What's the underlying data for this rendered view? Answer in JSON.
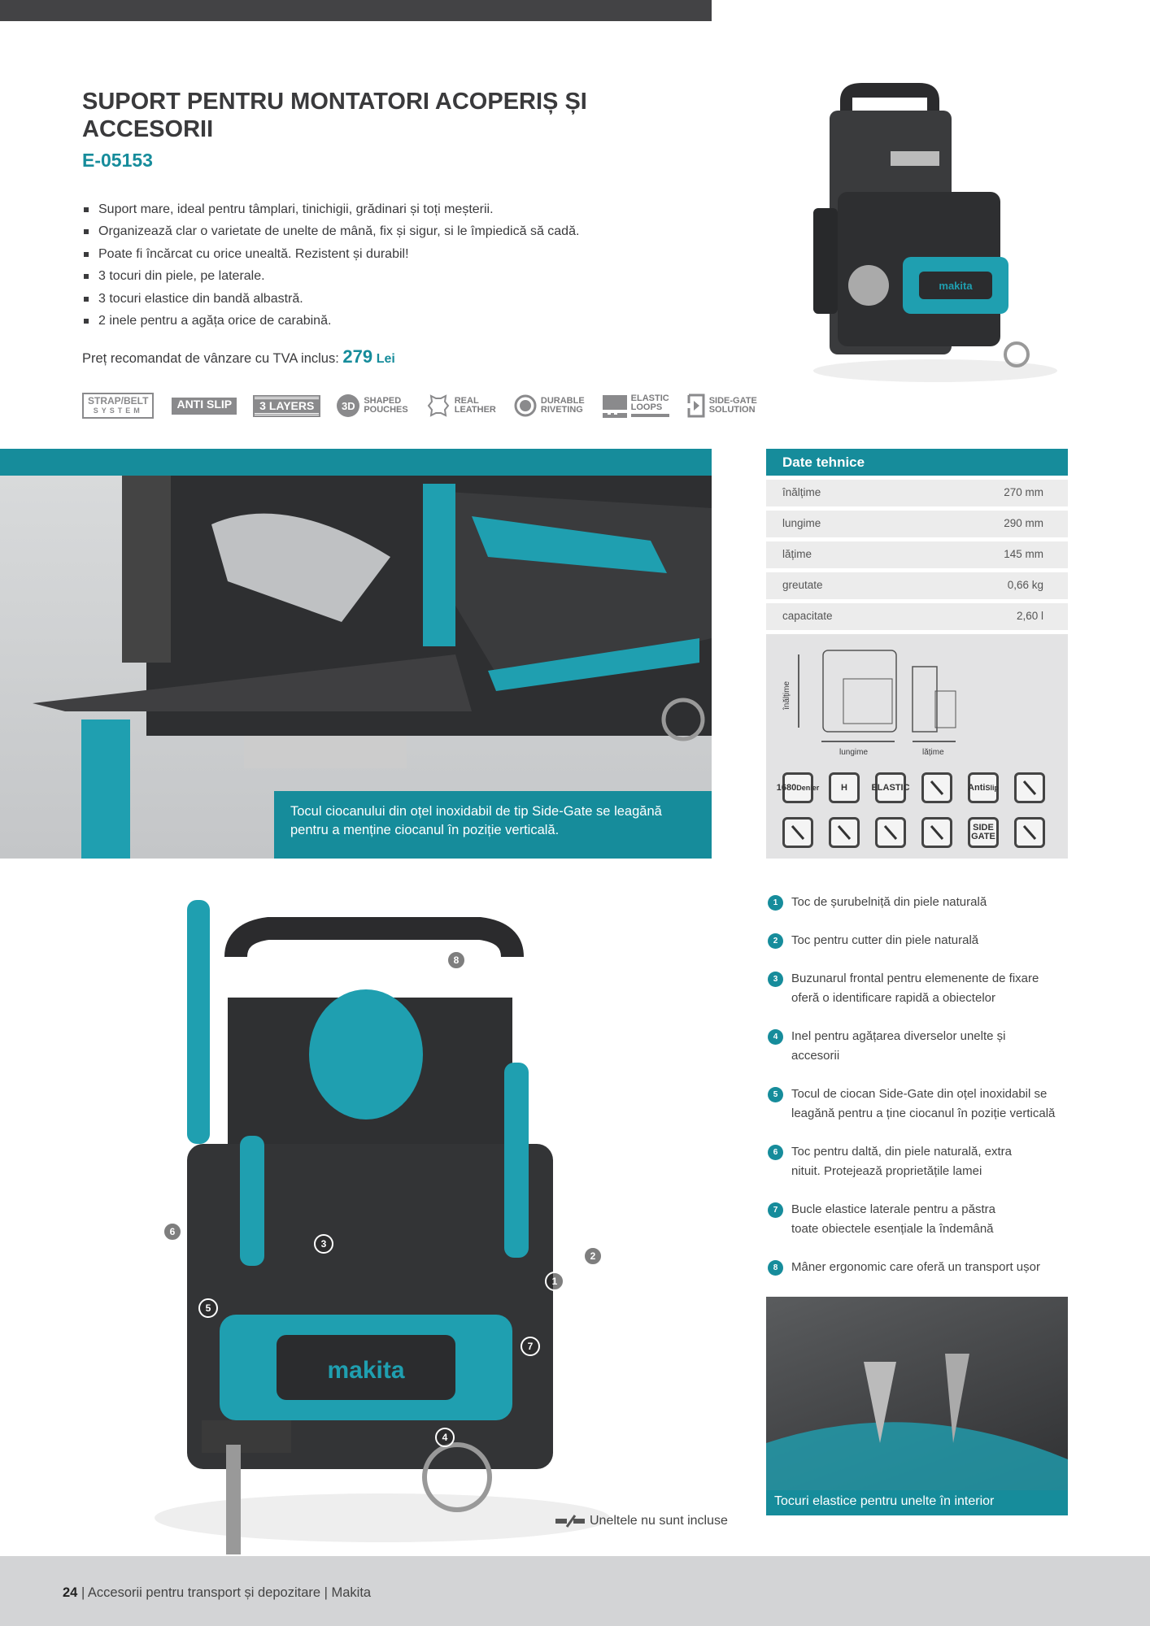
{
  "product": {
    "title": "SUPORT PENTRU MONTATORI ACOPERIȘ ȘI ACCESORII",
    "code": "E-05153",
    "bullets": [
      "Suport mare, ideal pentru tâmplari, tinichigii, grădinari și toți meșterii.",
      "Organizează clar o varietate de unelte de mână, fix și sigur, si le împiedică să cadă.",
      "Poate fi încărcat cu orice unealtă. Rezistent și durabil!",
      "3 tocuri din piele, pe laterale.",
      "3 tocuri elastice din bandă albastră.",
      "2 inele pentru a agăța orice de carabină."
    ],
    "price_label": "Preț recomandat de vânzare cu TVA inclus:",
    "price_value": "279",
    "price_currency": "Lei"
  },
  "features": [
    {
      "l1": "STRAP/BELT",
      "l2": "SYSTEM"
    },
    {
      "l1": "ANTI SLIP"
    },
    {
      "badge": "3",
      "l1": "LAYERS"
    },
    {
      "badge": "3D",
      "l1": "SHAPED",
      "l2": "POUCHES"
    },
    {
      "l1": "REAL",
      "l2": "LEATHER"
    },
    {
      "l1": "DURABLE",
      "l2": "RIVETING"
    },
    {
      "l1": "ELASTIC",
      "l2": "LOOPS"
    },
    {
      "l1": "SIDE-GATE",
      "l2": "SOLUTION"
    }
  ],
  "caption1": "Tocul ciocanului din oțel inoxidabil de tip Side-Gate se leagănă pentru a menține ciocanul în poziție verticală.",
  "specs": {
    "title": "Date tehnice",
    "rows": [
      {
        "label": "înălțime",
        "value": "270 mm"
      },
      {
        "label": "lungime",
        "value": "290 mm"
      },
      {
        "label": "lățime",
        "value": "145 mm"
      },
      {
        "label": "greutate",
        "value": "0,66 kg"
      },
      {
        "label": "capacitate",
        "value": "2,60 l"
      }
    ],
    "diagram_labels": {
      "height": "înălțime",
      "length": "lungime",
      "width": "lățime"
    },
    "icons": [
      {
        "name": "1680-denier-icon",
        "l1": "1680",
        "l2": "Denier"
      },
      {
        "name": "leather-icon",
        "l1": "H"
      },
      {
        "name": "elastic-icon",
        "l1": "ELASTIC"
      },
      {
        "name": "handle-icon"
      },
      {
        "name": "anti-slip-icon",
        "l1": "Anti",
        "l2": "Slip"
      },
      {
        "name": "screwdriver-icon"
      },
      {
        "name": "tape-measure-icon"
      },
      {
        "name": "cutter-icon"
      },
      {
        "name": "pliers-icon"
      },
      {
        "name": "chisel-icon"
      },
      {
        "name": "side-gate-icon",
        "l1": "SIDE GATE"
      },
      {
        "name": "fastener-icon"
      }
    ]
  },
  "features_list": [
    {
      "n": "1",
      "text": "Toc de șurubelniță din piele naturală"
    },
    {
      "n": "2",
      "text": "Toc pentru cutter din piele naturală"
    },
    {
      "n": "3",
      "text": "Buzunarul frontal pentru elemenente de fixare oferă o identificare rapidă a obiectelor"
    },
    {
      "n": "4",
      "text": "Inel pentru agățarea diverselor unelte și accesorii"
    },
    {
      "n": "5",
      "text": "Tocul de ciocan Side-Gate din oțel inoxidabil se leagănă pentru a ține ciocanul în poziție verticală"
    },
    {
      "n": "6",
      "text": "Toc pentru daltă, din piele naturală, extra nituit. Protejează proprietățile lamei"
    },
    {
      "n": "7",
      "text": "Bucle elastice laterale pentru a păstra toate obiectele esențiale la îndemână"
    },
    {
      "n": "8",
      "text": "Mâner ergonomic care oferă un transport ușor"
    }
  ],
  "markers": [
    "8",
    "3",
    "6",
    "5",
    "1",
    "2",
    "7",
    "4"
  ],
  "caption2": "Tocuri elastice pentru unelte în interior",
  "logo_text": "makita",
  "not_included": "Uneltele nu sunt incluse",
  "footer": {
    "page": "24",
    "section": "Accesorii pentru transport și depozitare",
    "brand": "Makita"
  },
  "colors": {
    "accent": "#168c9b",
    "title": "#3a3a3c",
    "footer_bg": "#d3d4d6",
    "top_bar": "#434345"
  }
}
